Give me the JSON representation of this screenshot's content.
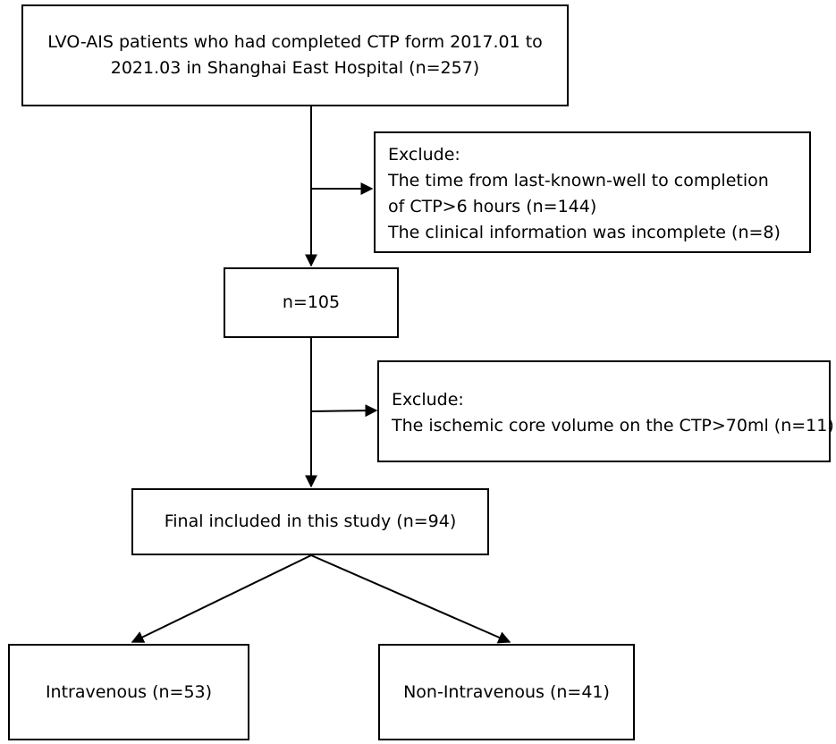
{
  "flowchart": {
    "source_box": {
      "line1": "LVO-AIS patients who had completed CTP form 2017.01 to",
      "line2": "2021.03 in Shanghai East Hospital (n=257)"
    },
    "exclude_box_1": {
      "heading": "Exclude:",
      "line1": "The time from last-known-well to completion",
      "line2": "of CTP>6 hours (n=144)",
      "line3": "The clinical information was incomplete (n=8)"
    },
    "middle_box": {
      "label": "n=105"
    },
    "exclude_box_2": {
      "heading": "Exclude:",
      "line1": "The ischemic core volume on the CTP>70ml (n=11)"
    },
    "final_box": {
      "label": "Final included in this study (n=94)"
    },
    "left_box": {
      "label": "Intravenous (n=53)"
    },
    "right_box": {
      "label": "Non-Intravenous (n=41)"
    }
  }
}
